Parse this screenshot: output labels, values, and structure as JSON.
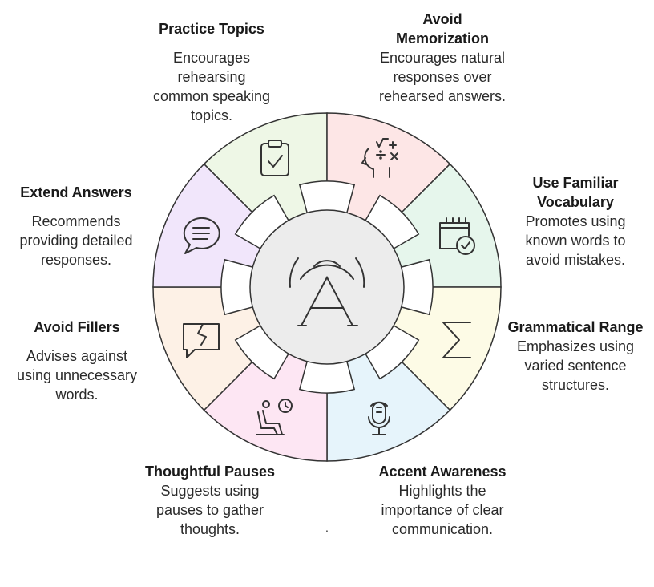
{
  "center": {
    "icon": "letter-a-broadcast-icon",
    "color": "#ececec"
  },
  "segments": [
    {
      "id": "practice-topics",
      "title": "Practice Topics",
      "description": "Encourages rehearsing common speaking topics.",
      "icon": "clipboard-check-icon",
      "color": "#eef7e6"
    },
    {
      "id": "avoid-memorization",
      "title": "Avoid Memorization",
      "description": "Encourages natural responses over rehearsed answers.",
      "icon": "head-math-icon",
      "color": "#fde6e6"
    },
    {
      "id": "use-familiar-vocabulary",
      "title": "Use Familiar Vocabulary",
      "description": "Promotes using known words to avoid mistakes.",
      "icon": "calendar-check-icon",
      "color": "#e6f6ec"
    },
    {
      "id": "grammatical-range",
      "title": "Grammatical Range",
      "description": "Emphasizes using varied sentence structures.",
      "icon": "sigma-icon",
      "color": "#fdfbe6"
    },
    {
      "id": "accent-awareness",
      "title": "Accent Awareness",
      "description": "Highlights the importance of clear communication.",
      "icon": "globe-microphone-icon",
      "color": "#e6f4fb"
    },
    {
      "id": "thoughtful-pauses",
      "title": "Thoughtful Pauses",
      "description": "Suggests using pauses to gather thoughts.",
      "icon": "person-seated-clock-icon",
      "color": "#fde6f3"
    },
    {
      "id": "avoid-fillers",
      "title": "Avoid Fillers",
      "description": "Advises against using unnecessary words.",
      "icon": "broken-speech-bubble-icon",
      "color": "#fdf1e6"
    },
    {
      "id": "extend-answers",
      "title": "Extend Answers",
      "description": "Recommends providing detailed responses.",
      "icon": "speech-bubble-lines-icon",
      "color": "#f1e6fb"
    }
  ],
  "footnote": "."
}
